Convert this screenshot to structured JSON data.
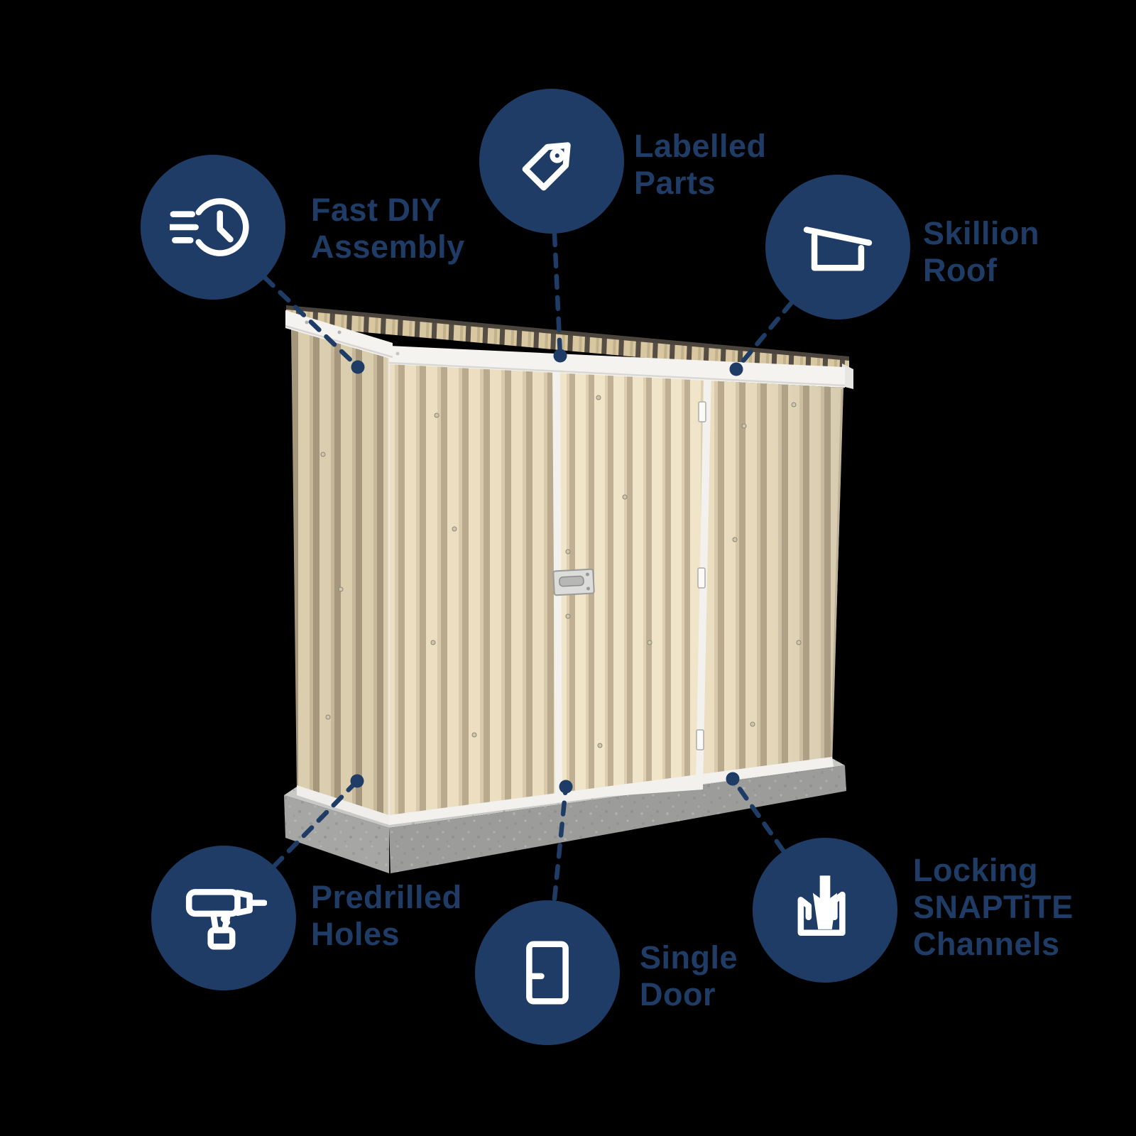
{
  "page": {
    "background_color": "#000000",
    "accent_navy": "#1F3C66",
    "badge_color": "#1F3C66",
    "icon_color": "#FFFFFF"
  },
  "shed": {
    "wall_light": "#ECDFC1",
    "wall_groove": "#B9AA8E",
    "trim_white": "#F4F3F0",
    "roof_tan": "#D8C7A0",
    "slab_gray": "#A6A6A4"
  },
  "features": [
    {
      "id": "fast-diy-assembly",
      "icon": "speed-clock-icon",
      "lines": [
        "Fast DIY",
        "Assembly"
      ]
    },
    {
      "id": "labelled-parts",
      "icon": "tag-icon",
      "lines": [
        "Labelled",
        "Parts"
      ]
    },
    {
      "id": "skillion-roof",
      "icon": "skillion-roof-icon",
      "lines": [
        "Skillion",
        "Roof"
      ]
    },
    {
      "id": "predrilled-holes",
      "icon": "drill-icon",
      "lines": [
        "Predrilled",
        "Holes"
      ]
    },
    {
      "id": "single-door",
      "icon": "door-icon",
      "lines": [
        "Single",
        "Door"
      ]
    },
    {
      "id": "locking-snaptite",
      "icon": "snaptite-channel-icon",
      "lines": [
        "Locking",
        "SNAPTiTE",
        "Channels"
      ]
    }
  ]
}
